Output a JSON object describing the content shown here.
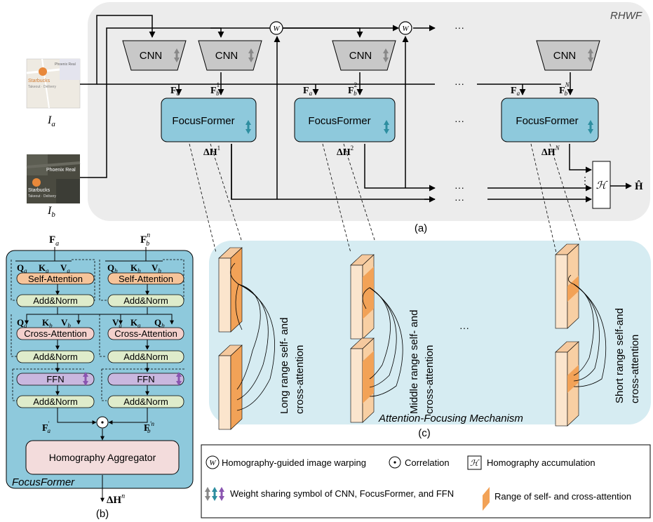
{
  "panel_a": {
    "caption": "(a)",
    "title": "RHWF",
    "warp_symbol": "W",
    "cnn_label": "CNN",
    "focusformer_label": "FocusFormer",
    "ellipsis": "···",
    "vellipsis": "⋮",
    "accumulator_symbol": "ℋ",
    "output_label": "Ĥ",
    "fa_label": "F",
    "fa_sub": "a",
    "fb_label": "F",
    "fb_sub": "b",
    "fb_sup_1": "1",
    "fb_sup_2": "2",
    "fb_sup_N": "N",
    "dh_label": "ΔH",
    "dh_sup_1": "1",
    "dh_sup_2": "2",
    "dh_sup_N": "N",
    "ia_label": "I",
    "ia_sub": "a",
    "ib_label": "I",
    "ib_sub": "b",
    "map_a_text_1": "Phoenix Real",
    "map_a_text_2": "Starbucks",
    "map_a_text_3": "Takeout · Delivery",
    "map_b_text_1": "Phoenix Real",
    "map_b_text_2": "Starbucks",
    "map_b_text_3": "Takeout · Delivery"
  },
  "panel_b": {
    "caption": "(b)",
    "title": "FocusFormer",
    "input_a": "F",
    "input_a_sub": "a",
    "input_b": "F",
    "input_b_sub": "b",
    "input_b_sup": "n",
    "q": "Q",
    "k": "K",
    "v": "V",
    "sub_a": "a",
    "sub_b": "b",
    "self_attention": "Self-Attention",
    "cross_attention": "Cross-Attention",
    "add_norm": "Add&Norm",
    "ffn": "FFN",
    "out_a": "F",
    "out_a_sub": "a",
    "out_a_prime": "′",
    "out_b": "F",
    "out_b_sub": "b",
    "out_b_sup": "′n",
    "corr": "·",
    "aggregator": "Homography Aggregator",
    "output": "ΔH",
    "output_sup": "n"
  },
  "panel_c": {
    "caption": "(c)",
    "title": "Attention-Focusing Mechanism",
    "label_long": [
      "Long range self- and",
      "cross-attention"
    ],
    "label_middle": [
      "Middle range self- and",
      "cross-attention"
    ],
    "label_short": [
      "Short range self-and",
      "cross-attention"
    ],
    "ellipsis": "···"
  },
  "legend": {
    "warp_symbol": "W",
    "warp_text": "Homography-guided image warping",
    "corr_symbol": "·",
    "corr_text": "Correlation",
    "acc_symbol": "ℋ",
    "acc_text": "Homography accumulation",
    "share_text": "Weight sharing symbol of CNN, FocusFormer, and FFN",
    "range_text": "Range of self- and cross-attention"
  },
  "colors": {
    "panel_a_bg": "#ececec",
    "panel_b_bg": "#8ec9dc",
    "panel_c_bg": "#d6ecf2",
    "cnn_fill": "#c8c8c8",
    "focusformer_fill": "#8ec9dc",
    "self_attn_fill": "#f6c49a",
    "cross_attn_fill": "#f3d0cc",
    "add_norm_fill": "#dfeccb",
    "ffn_fill": "#c9b7df",
    "aggregator_fill": "#f3dcdc",
    "feature_orange": "#f2a257",
    "feature_face": "#fbe5cd",
    "share_grey": "#888888",
    "share_teal": "#2d8ea0",
    "share_purple": "#8a55b0"
  }
}
